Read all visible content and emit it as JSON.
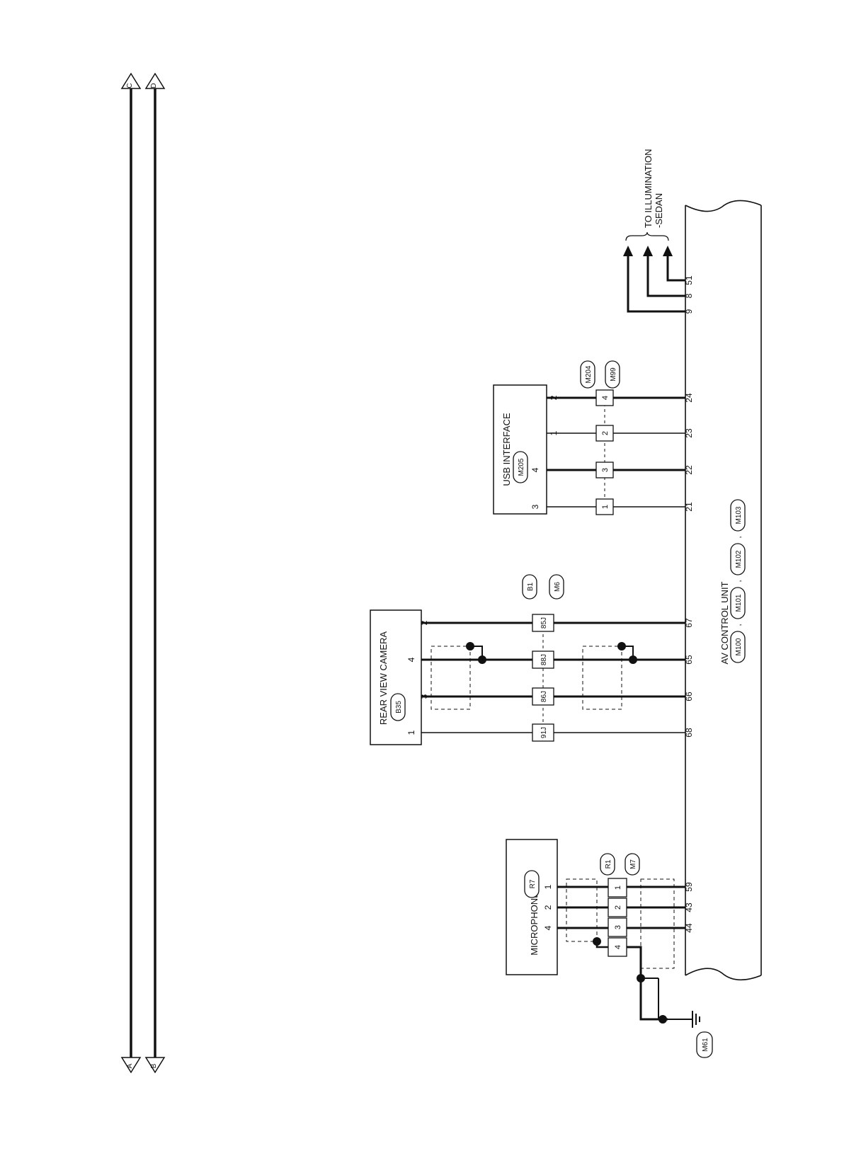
{
  "colors": {
    "ink": "#111111",
    "paper": "#ffffff"
  },
  "edge_markers": {
    "top": [
      "C",
      "D"
    ],
    "bottom": [
      "A",
      "B"
    ]
  },
  "av_control_unit": {
    "name": "AV CONTROL UNIT",
    "connectors": [
      "M100",
      "M101",
      "M102",
      "M103"
    ],
    "separator": ","
  },
  "illumination": {
    "label_line1": "TO ILLUMINATION",
    "label_line2": "-SEDAN",
    "pins": [
      "9",
      "8",
      "51"
    ]
  },
  "usb_interface": {
    "name": "USB INTERFACE",
    "connector": "M205",
    "component_pins": [
      "2",
      "1",
      "4",
      "3"
    ],
    "junction_pins": [
      "4",
      "2",
      "3",
      "1"
    ],
    "junction_connectors": [
      "M204",
      "M99"
    ],
    "unit_pins": [
      "24",
      "23",
      "22",
      "21"
    ]
  },
  "rear_view_camera": {
    "name": "REAR VIEW CAMERA",
    "connector": "B35",
    "component_pins": [
      "2",
      "4",
      "3",
      "1"
    ],
    "junction_pins": [
      "85J",
      "88J",
      "86J",
      "91J"
    ],
    "junction_connectors": [
      "B1",
      "M6"
    ],
    "unit_pins": [
      "67",
      "65",
      "66",
      "68"
    ]
  },
  "microphone": {
    "name": "MICROPHONE",
    "connector": "R7",
    "component_pins": [
      "1",
      "2",
      "4"
    ],
    "junction_pins": [
      "1",
      "2",
      "3",
      "4"
    ],
    "junction_connectors": [
      "R1",
      "M7"
    ],
    "unit_pins": [
      "59",
      "43",
      "44"
    ]
  },
  "ground": {
    "label": "M61"
  }
}
